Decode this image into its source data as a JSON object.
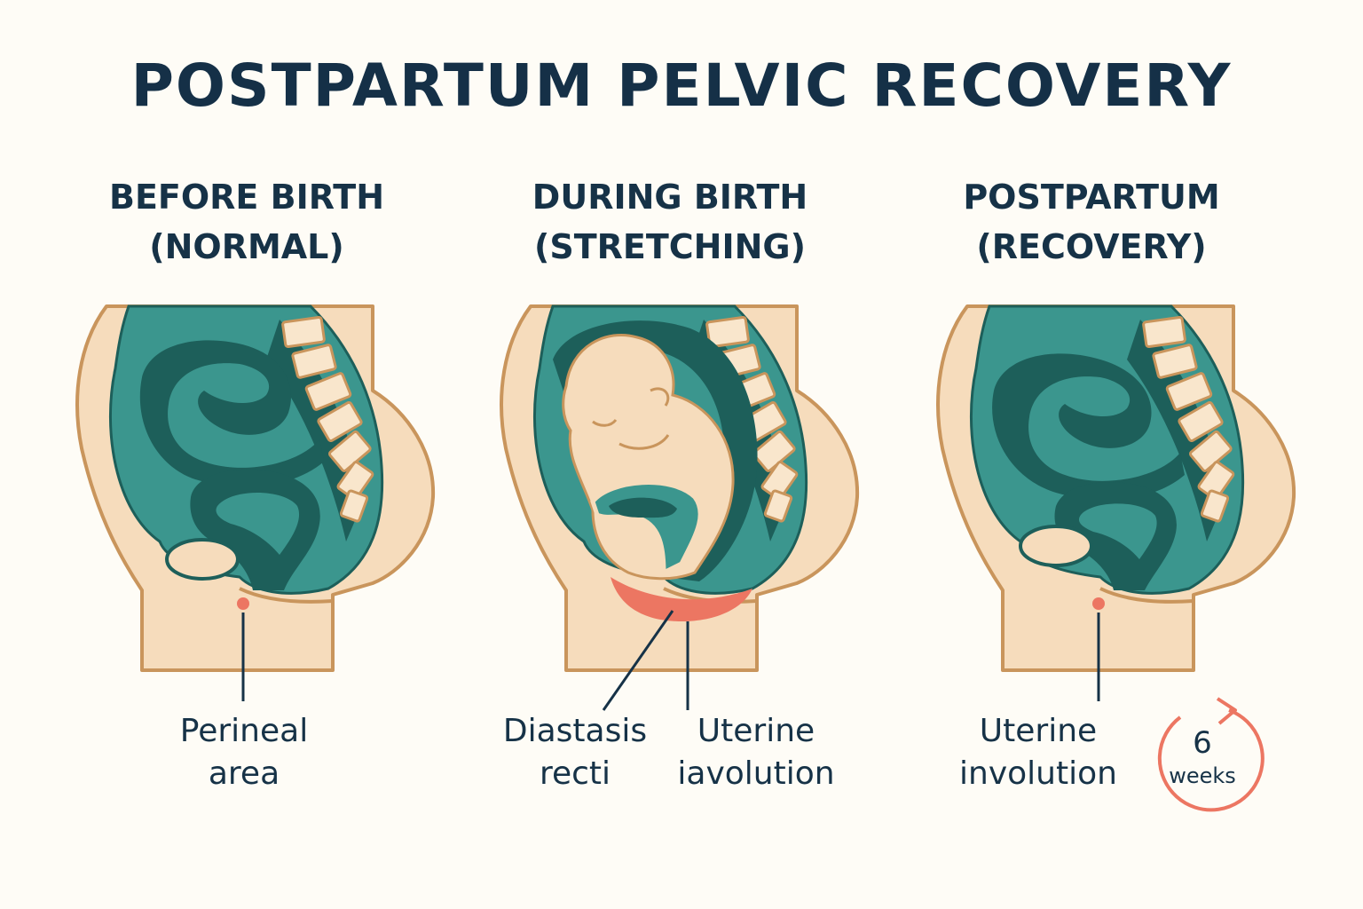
{
  "title": "POSTPARTUM PELVIC RECOVERY",
  "stages": [
    {
      "heading_line1": "BEFORE BIRTH",
      "heading_line2": "(NORMAL)",
      "label_line1": "Perineal",
      "label_line2": "area"
    },
    {
      "heading_line1": "DURING BIRTH",
      "heading_line2": "(STRETCHING)",
      "label_a_line1": "Diastasis",
      "label_a_line2": "recti",
      "label_b_line1": "Uterine",
      "label_b_line2": "iavolution"
    },
    {
      "heading_line1": "POSTPARTUM",
      "heading_line2": "(RECOVERY)",
      "label_line1": "Uterine",
      "label_line2": "involution"
    }
  ],
  "timer": {
    "number": "6",
    "unit": "weeks",
    "icon": "circular-arrow-timer-icon"
  },
  "colors": {
    "skin": "#f6dcbc",
    "outline": "#c9955c",
    "teal": "#3b968e",
    "teal_dark": "#1d5f5a",
    "highlight": "#ec7662",
    "text": "#163247"
  }
}
